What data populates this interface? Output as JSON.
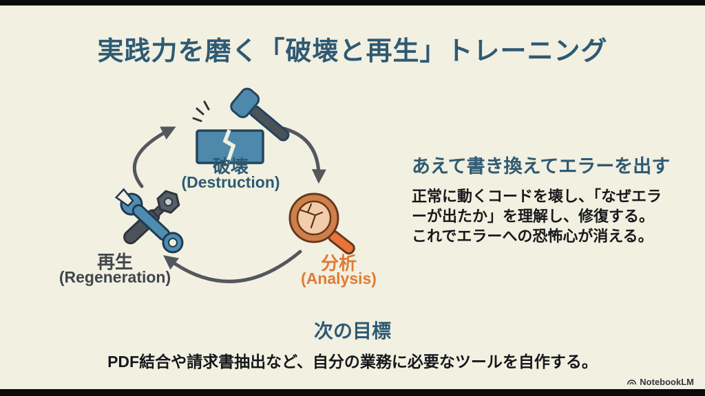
{
  "slide": {
    "title": "実践力を磨く「破壊と再生」トレーニング",
    "cycle": {
      "destruction": {
        "ja": "破壊",
        "en": "(Destruction)"
      },
      "analysis": {
        "ja": "分析",
        "en": "(Analysis)"
      },
      "regeneration": {
        "ja": "再生",
        "en": "(Regeneration)"
      }
    },
    "right_panel": {
      "heading": "あえて書き換えてエラーを出す",
      "body_lines": [
        "正常に動くコードを壊し、「なぜエラ",
        "ーが出たか」を理解し、修復する。",
        "これでエラーへの恐怖心が消える。"
      ]
    },
    "next_goal": {
      "heading": "次の目標",
      "body": "PDF結合や請求書抽出など、自分の業務に必要なツールを自作する。"
    },
    "footer": {
      "brand": "NotebookLM"
    }
  },
  "icons": {
    "destruction": "hammer-breaking-block-icon",
    "analysis": "magnifier-crack-icon",
    "regeneration": "wrench-and-bolt-icon",
    "footer": "notebooklm-logo-icon"
  },
  "colors": {
    "background": "#f2f0e1",
    "heading_blue": "#2e5a73",
    "accent_orange": "#e07b35",
    "label_gray": "#3f464d",
    "body_text": "#16181b",
    "arrow_gray": "#53585d",
    "steel_blue": "#4e89ac",
    "tool_gray": "#4a525a",
    "letterbox_black": "#0a0a0a"
  }
}
